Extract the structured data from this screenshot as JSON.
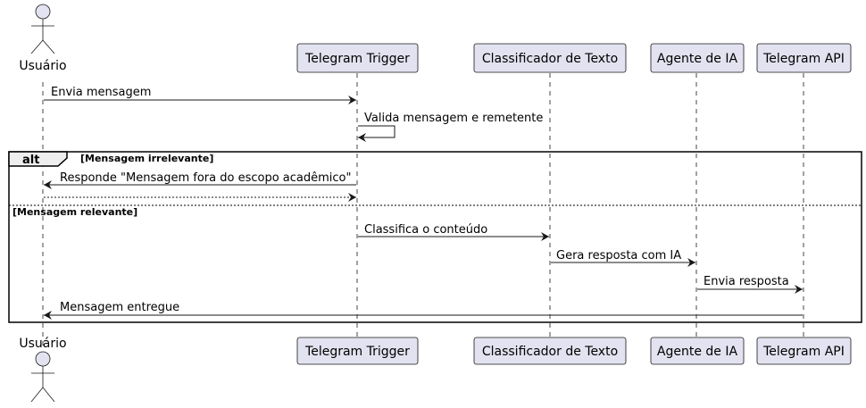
{
  "participants": {
    "user": "Usuário",
    "trigger": "Telegram Trigger",
    "classifier": "Classificador de Texto",
    "agent": "Agente de IA",
    "api": "Telegram API"
  },
  "messages": {
    "m1": "Envia mensagem",
    "m2": "Valida mensagem e remetente",
    "m3": "Responde \"Mensagem fora do escopo acadêmico\"",
    "m4": "",
    "m5": "Classifica o conteúdo",
    "m6": "Gera resposta com IA",
    "m7": "Envia resposta",
    "m8": "Mensagem entregue"
  },
  "fragment": {
    "operator": "alt",
    "guard1": "[Mensagem irrelevante]",
    "guard2": "[Mensagem relevante]"
  },
  "colors": {
    "participant_fill": "#E2E2F0",
    "participant_border": "#181818",
    "line": "#181818"
  }
}
